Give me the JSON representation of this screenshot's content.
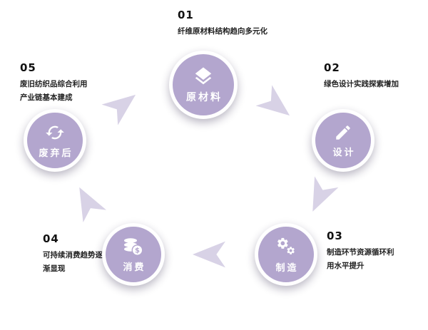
{
  "diagram": {
    "type": "cycle",
    "colors": {
      "background": "#ffffff",
      "circle_fill": "#b3a6ce",
      "circle_ring": "#ffffff",
      "arrow_fill": "#d8d2e6",
      "number_text": "#111111",
      "description_text": "#222222",
      "node_text": "#ffffff"
    },
    "flow": "原材料 → 设计 → 制造 → 消费 → 废弃后 → 原材料",
    "nodes": [
      {
        "id": "raw-materials",
        "number": "01",
        "label": "原材料",
        "icon": "layers-icon",
        "description": "纤维原材料结构趋向多元化"
      },
      {
        "id": "design",
        "number": "02",
        "label": "设计",
        "icon": "pencil-icon",
        "description": "绿色设计实践探索增加"
      },
      {
        "id": "manufacturing",
        "number": "03",
        "label": "制造",
        "icon": "gears-icon",
        "description": "制造环节资源循环利用水平提升"
      },
      {
        "id": "consumption",
        "number": "04",
        "label": "消费",
        "icon": "coins-icon",
        "description": "可持续消费趋势逐渐显现"
      },
      {
        "id": "after-disposal",
        "number": "05",
        "label": "废弃后",
        "icon": "recycle-icon",
        "description": "废旧纺织品综合利用产业链基本建成"
      }
    ]
  }
}
